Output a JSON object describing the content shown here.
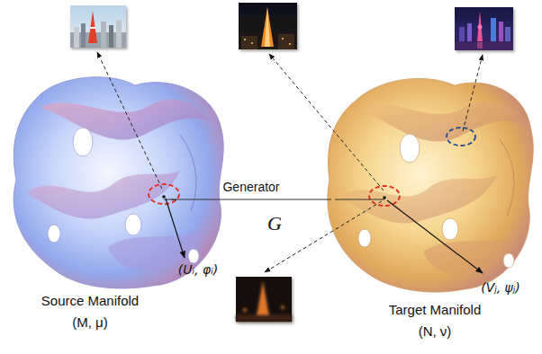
{
  "diagram": {
    "nodes": [
      {
        "text": [
          "Source Manifold",
          "(M, μ)"
        ]
      },
      {
        "text": [
          "Target Manifold",
          "(N, ν)"
        ]
      }
    ],
    "edges": [
      {
        "from": 0,
        "to": 1,
        "arrow": "none",
        "label": "Generator"
      }
    ],
    "labels": [
      "G",
      "(Uᵢ, φᵢ)",
      "(Vⱼ, ψⱼ)"
    ]
  }
}
